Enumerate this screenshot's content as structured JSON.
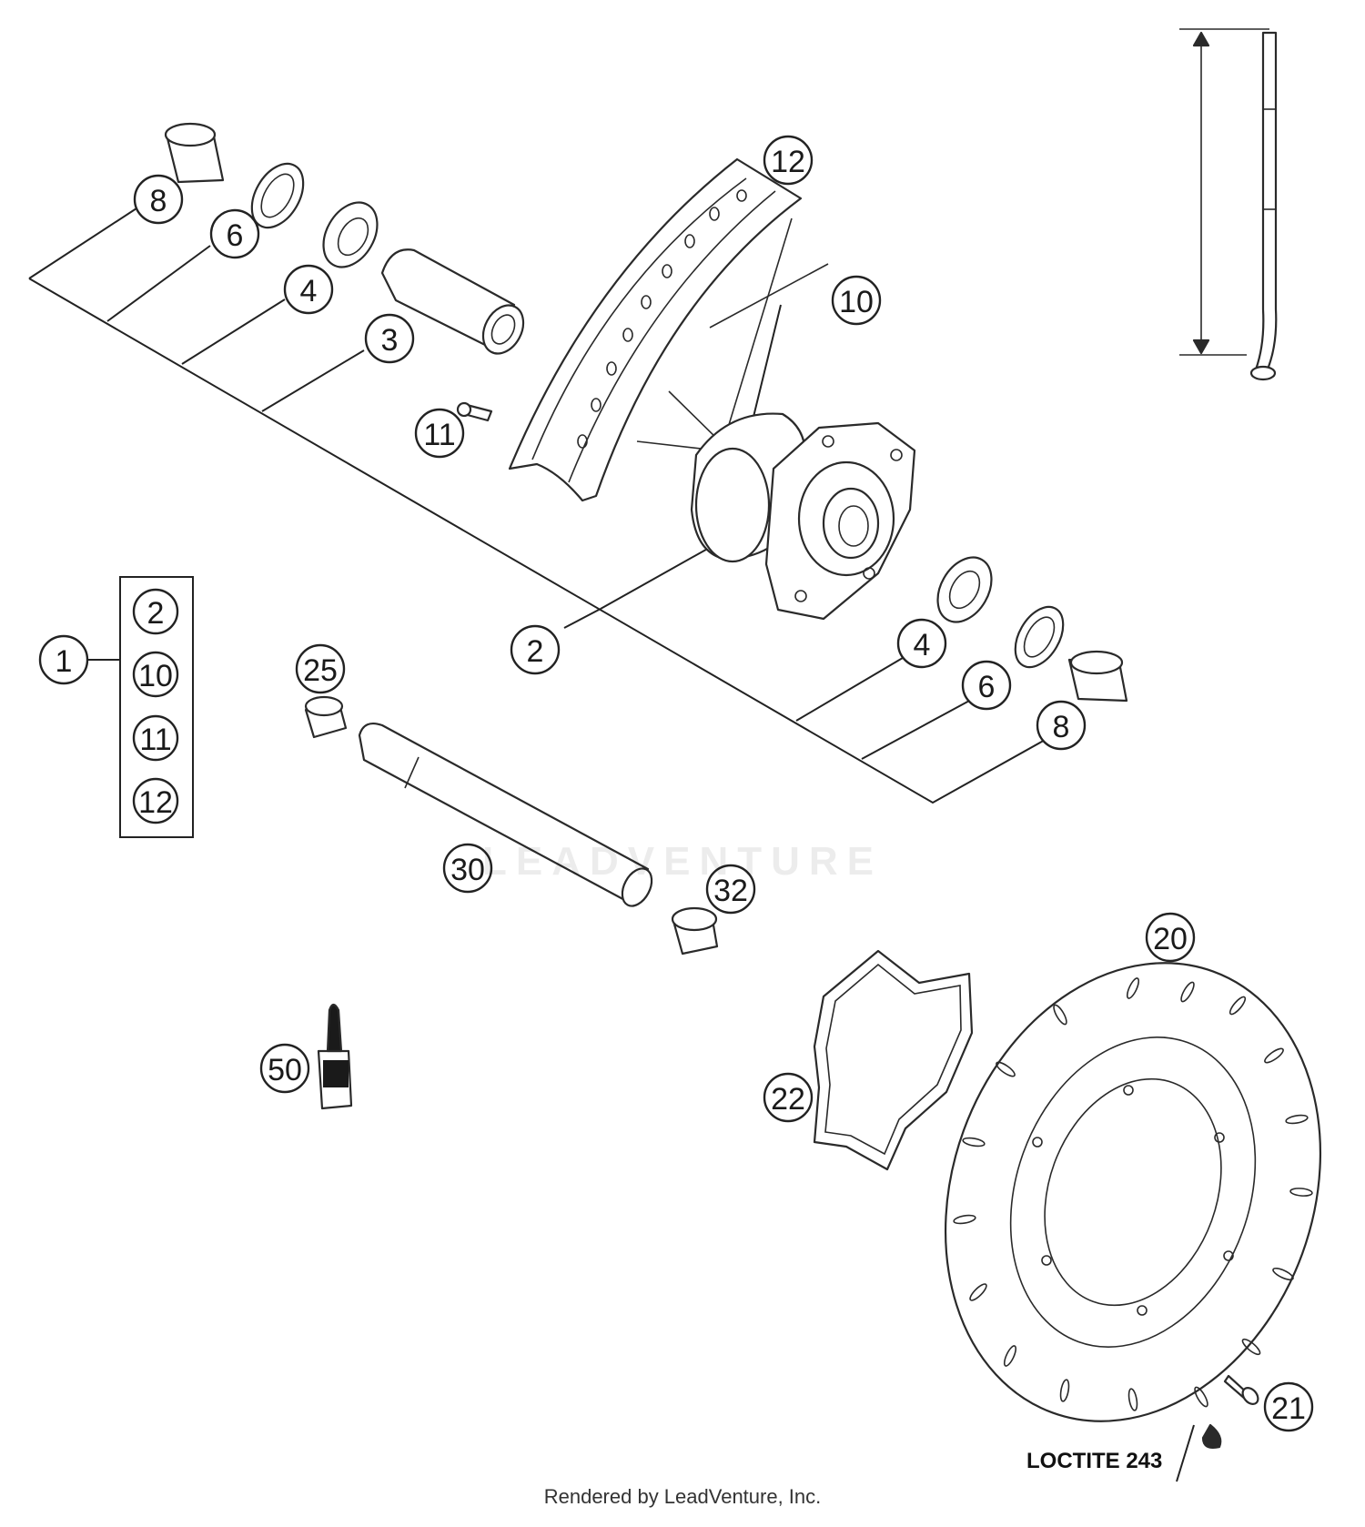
{
  "callouts": [
    {
      "id": "c8a",
      "label": "8"
    },
    {
      "id": "c6a",
      "label": "6"
    },
    {
      "id": "c4a",
      "label": "4"
    },
    {
      "id": "c3",
      "label": "3"
    },
    {
      "id": "c12",
      "label": "12"
    },
    {
      "id": "c10",
      "label": "10"
    },
    {
      "id": "c11",
      "label": "11"
    },
    {
      "id": "c2",
      "label": "2"
    },
    {
      "id": "c4b",
      "label": "4"
    },
    {
      "id": "c6b",
      "label": "6"
    },
    {
      "id": "c8b",
      "label": "8"
    },
    {
      "id": "c1",
      "label": "1"
    },
    {
      "id": "c25",
      "label": "25"
    },
    {
      "id": "c30",
      "label": "30"
    },
    {
      "id": "c32",
      "label": "32"
    },
    {
      "id": "c20",
      "label": "20"
    },
    {
      "id": "c22",
      "label": "22"
    },
    {
      "id": "c50",
      "label": "50"
    },
    {
      "id": "c21",
      "label": "21"
    }
  ],
  "kit_box": {
    "items": [
      "2",
      "10",
      "11",
      "12"
    ]
  },
  "note": "LOCTITE 243",
  "footer": "Rendered by LeadVenture, Inc.",
  "watermark": "LEADVENTURE"
}
